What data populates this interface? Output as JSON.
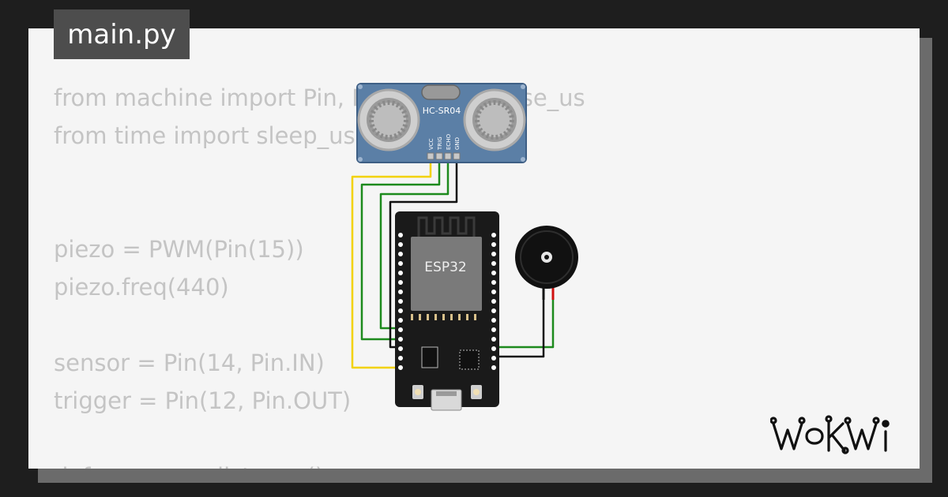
{
  "tab": {
    "label": "main.py"
  },
  "code": {
    "lines": [
      "from machine import Pin, PWM, time_pulse_us",
      "from time import sleep_us",
      "",
      "",
      "piezo = PWM(Pin(15))",
      "piezo.freq(440)",
      "",
      "sensor = Pin(14, Pin.IN)",
      "trigger = Pin(12, Pin.OUT)",
      "",
      "def measure_distance():"
    ]
  },
  "components": {
    "sensor": {
      "label": "HC-SR04",
      "pins": [
        "VCC",
        "TRIG",
        "ECHO",
        "GND"
      ]
    },
    "board": {
      "label": "ESP32"
    },
    "buzzer": {
      "icon": "buzzer-icon"
    }
  },
  "colors": {
    "background": "#1e1e1e",
    "card": "#f5f5f5",
    "code_text": "#c4c4c4",
    "tab_bg": "#4d4d4d",
    "sensor_blue": "#5b7fa6",
    "board_black": "#1a1a1a",
    "chip_gray": "#7a7a7a",
    "wire_green": "#1d8a1d",
    "wire_yellow": "#f2d200",
    "wire_black": "#111111",
    "wire_red": "#d01010"
  },
  "brand": {
    "logo": "WOKWI"
  }
}
